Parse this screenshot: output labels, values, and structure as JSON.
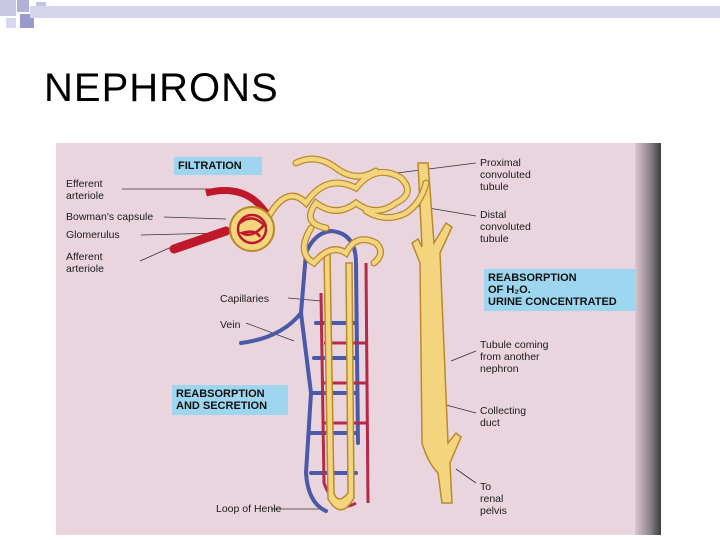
{
  "slide": {
    "title": "NEPHRONS"
  },
  "diagram": {
    "boxes": {
      "filtration": "FILTRATION",
      "reabsorption_water": "REABSORPTION\nOF H₂O.\nURINE CONCENTRATED",
      "reabsorption_secretion": "REABSORPTION\nAND SECRETION"
    },
    "labels": {
      "efferent_arteriole": "Efferent\narteriole",
      "bowmans_capsule": "Bowman's capsule",
      "glomerulus": "Glomerulus",
      "afferent_arteriole": "Afferent\narteriole",
      "capillaries": "Capillaries",
      "vein": "Vein",
      "loop_of_henle": "Loop of Henle",
      "proximal_tubule": "Proximal\nconvoluted\ntubule",
      "distal_tubule": "Distal\nconvoluted\ntubule",
      "tubule_from_nephron": "Tubule coming\nfrom another\nnephron",
      "collecting_duct": "Collecting\nduct",
      "renal_pelvis": "To\nrenal\npelvis"
    },
    "colors": {
      "background": "#ead5df",
      "tubule": "#f3d57f",
      "tubule_outline": "#b88a2a",
      "artery": "#c0182b",
      "vein": "#4a5aa8",
      "box": "#9dd6ee"
    }
  }
}
